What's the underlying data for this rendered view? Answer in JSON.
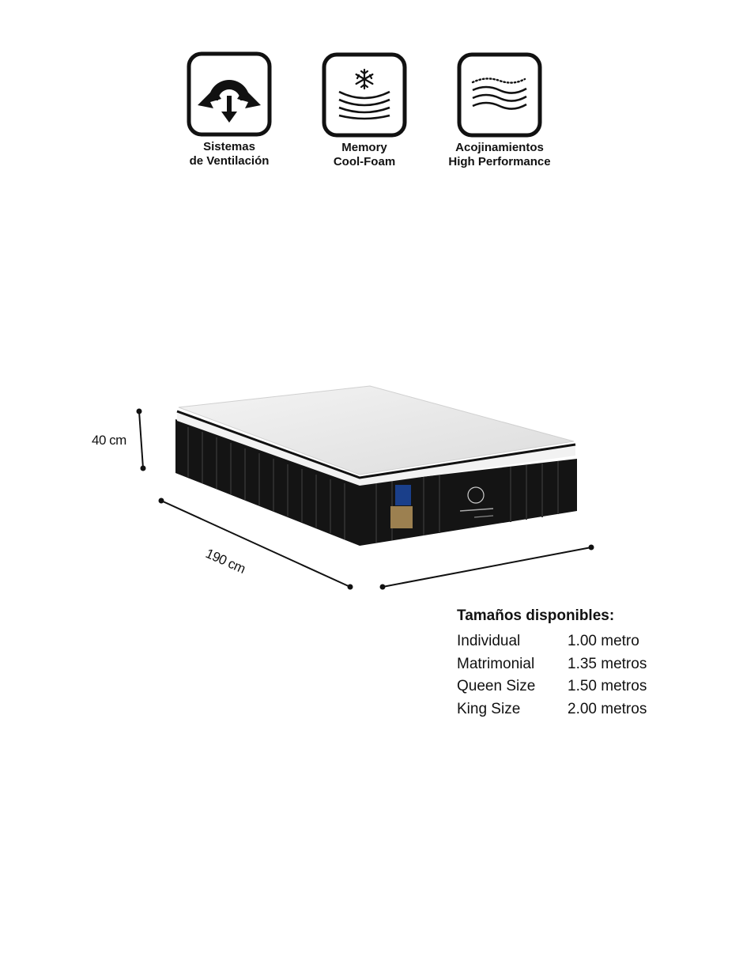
{
  "features": [
    {
      "id": "vent",
      "icon": "ventilation-arrows-icon",
      "lines": [
        "Sistemas",
        "de Ventilación"
      ]
    },
    {
      "id": "mem",
      "icon": "snowflake-foam-icon",
      "lines": [
        "Memory",
        "Cool-Foam"
      ]
    },
    {
      "id": "acoj",
      "icon": "wavy-layers-icon",
      "lines": [
        "Acojinamientos",
        "High Performance"
      ]
    }
  ],
  "dimensions": {
    "height": "40 cm",
    "length": "190 cm"
  },
  "sizes": {
    "title": "Tamaños disponibles:",
    "rows": [
      {
        "name": "Individual",
        "value": "1.00 metro"
      },
      {
        "name": "Matrimonial",
        "value": "1.35 metros"
      },
      {
        "name": "Queen Size",
        "value": "1.50 metros"
      },
      {
        "name": "King Size",
        "value": "2.00 metros"
      }
    ]
  },
  "colors": {
    "icon_stroke": "#111111",
    "mattress_body": "#141414",
    "mattress_top": "#ececec"
  }
}
